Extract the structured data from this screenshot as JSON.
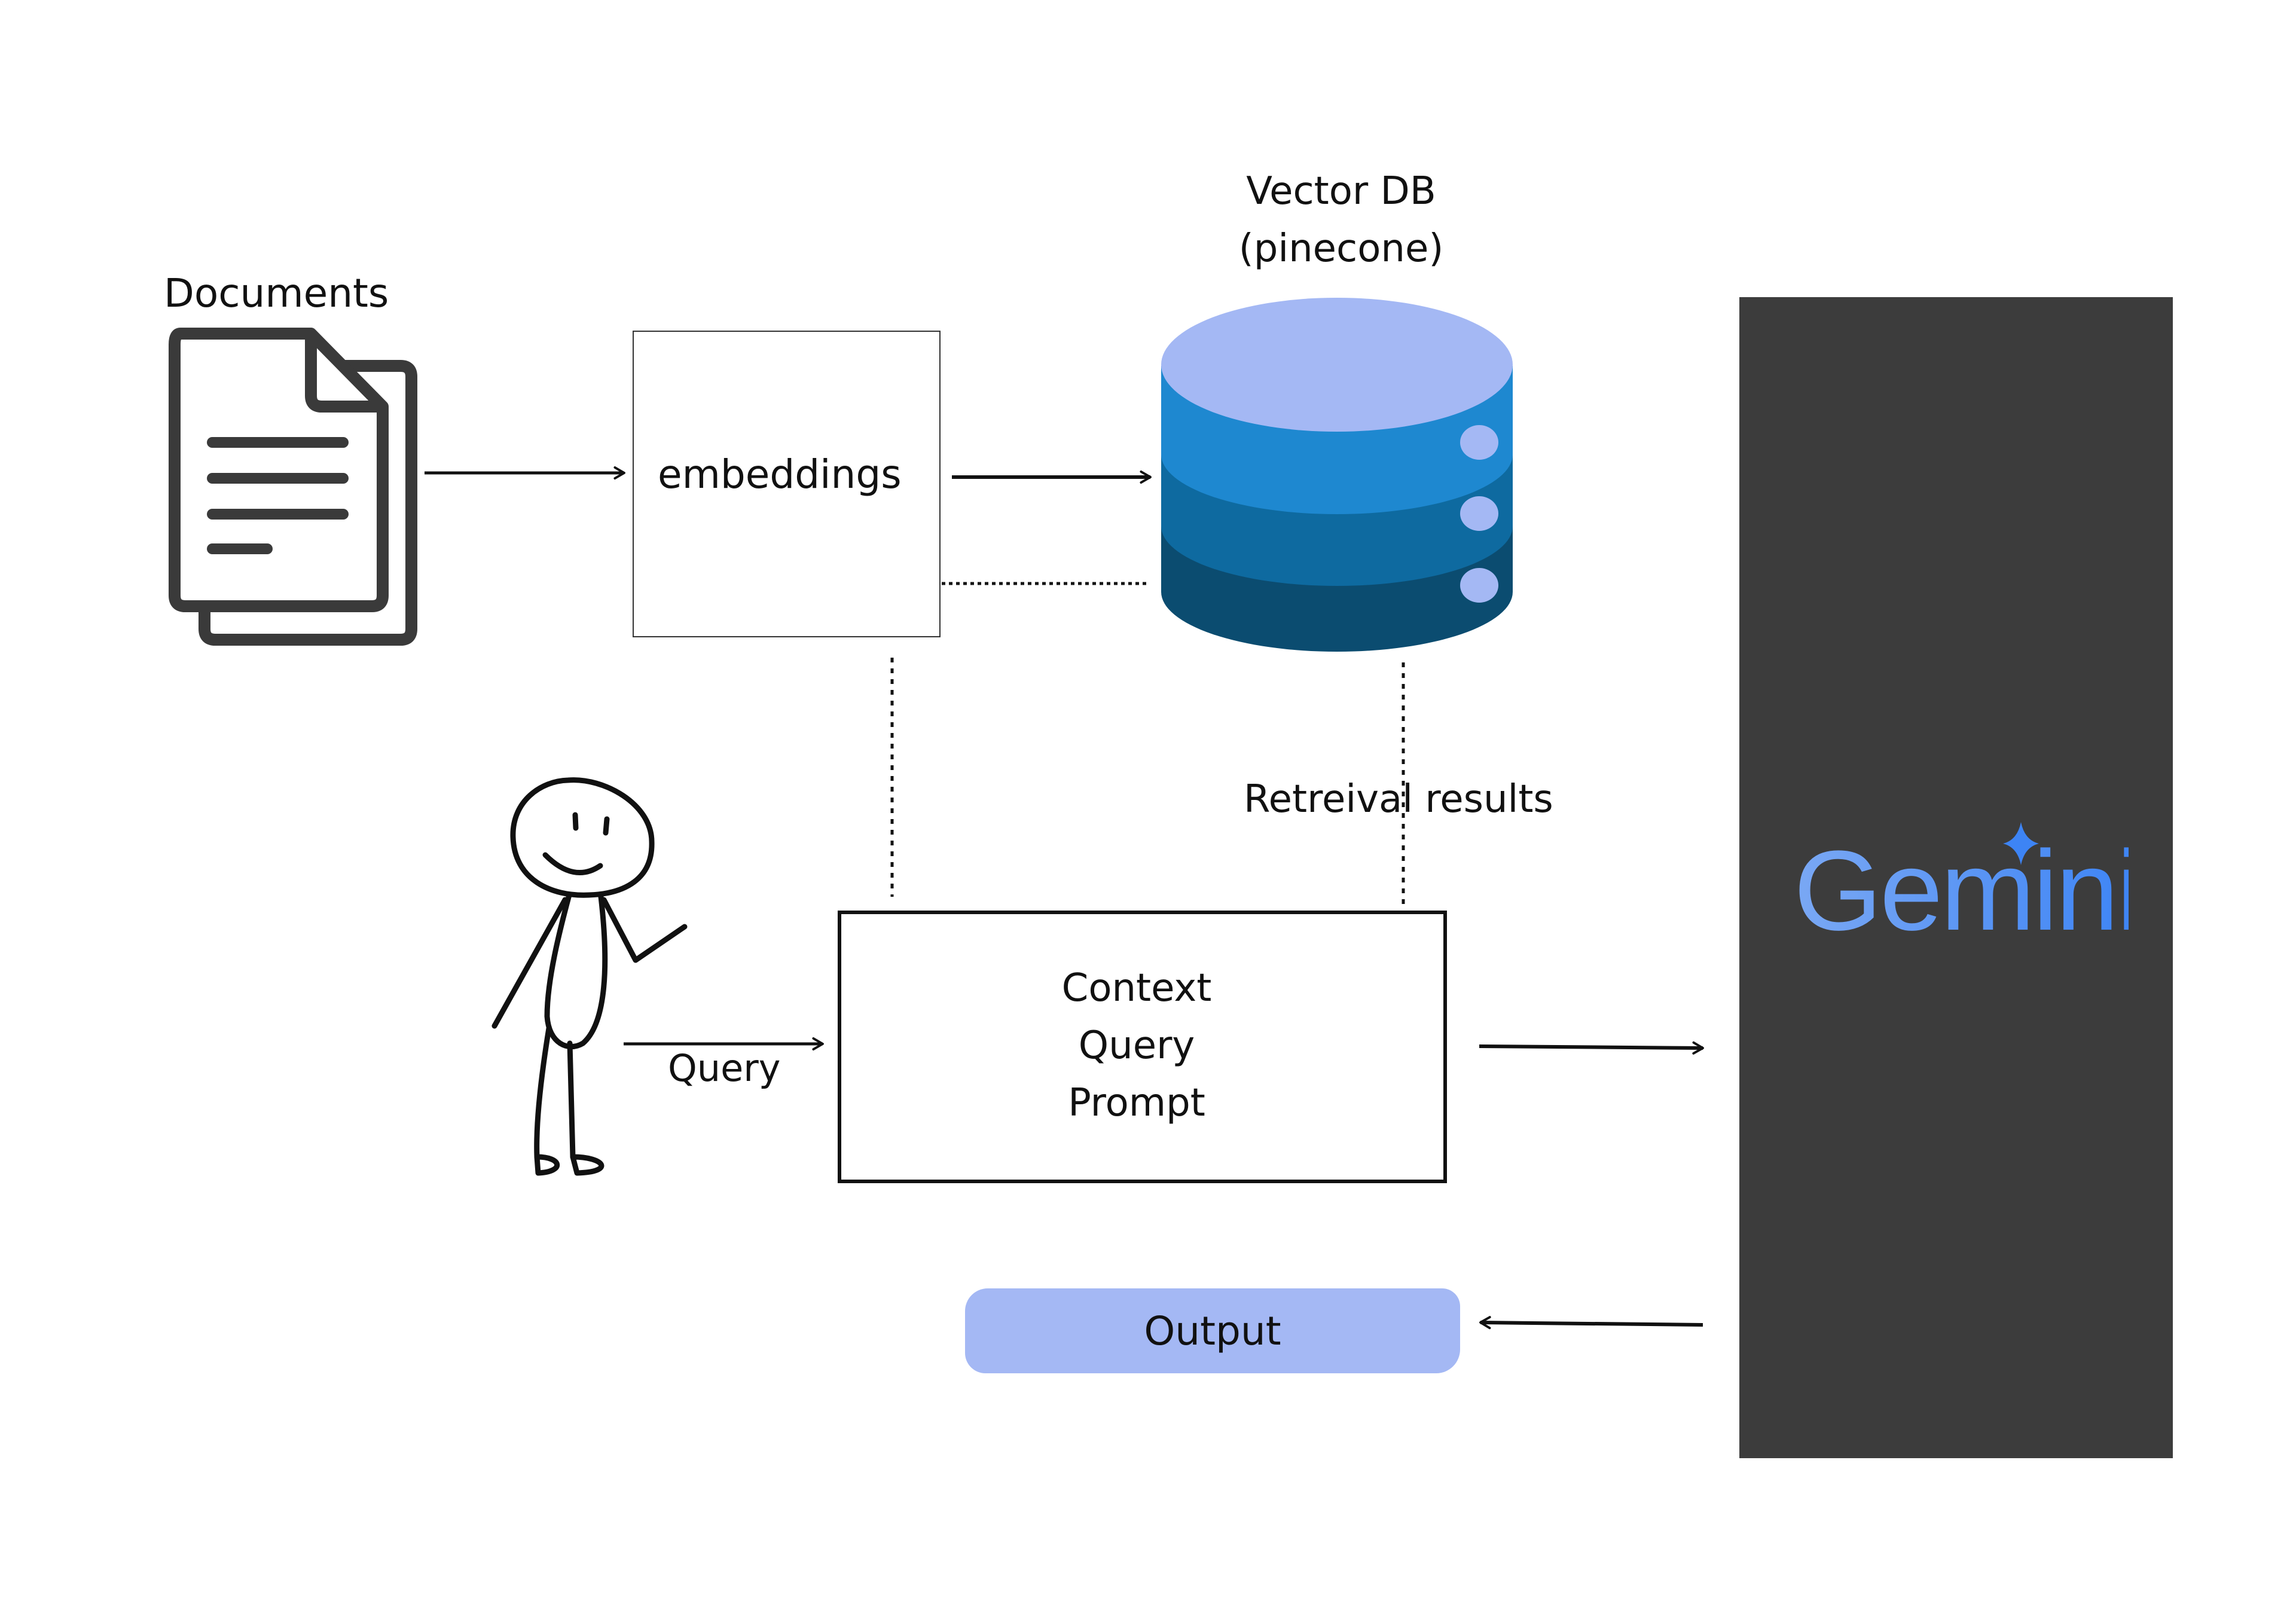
{
  "diagram": {
    "title": "RAG pipeline with Gemini",
    "nodes": {
      "documents": {
        "label": "Documents",
        "icon": "document-stack-icon"
      },
      "embeddings": {
        "label": "embeddings"
      },
      "vector_db": {
        "label_line1": "Vector DB",
        "label_line2": "(pinecone)",
        "icon": "database-cylinder-icon"
      },
      "user": {
        "icon": "stick-figure-user-icon"
      },
      "context_box": {
        "lines": [
          "Context",
          "Query",
          "Prompt"
        ]
      },
      "llm": {
        "label": "Gemini",
        "icon": "gemini-sparkle-icon"
      },
      "output": {
        "label": "Output"
      }
    },
    "edges": [
      {
        "from": "documents",
        "to": "embeddings",
        "style": "solid-arrow",
        "label": ""
      },
      {
        "from": "embeddings",
        "to": "vector_db",
        "style": "solid-arrow",
        "label": ""
      },
      {
        "from": "vector_db",
        "to": "embeddings",
        "style": "dotted",
        "label": ""
      },
      {
        "from": "embeddings",
        "to": "context_box",
        "style": "dotted",
        "label": ""
      },
      {
        "from": "vector_db",
        "to": "context_box",
        "style": "dotted",
        "label": "Retreival results"
      },
      {
        "from": "user",
        "to": "context_box",
        "style": "solid-arrow",
        "label": "Query"
      },
      {
        "from": "context_box",
        "to": "llm",
        "style": "solid-arrow",
        "label": ""
      },
      {
        "from": "llm",
        "to": "output",
        "style": "solid-arrow",
        "label": ""
      }
    ],
    "colors": {
      "db_top": "#a4b8f4",
      "db_layer1": "#1e88d0",
      "db_layer2": "#0e6aa0",
      "db_layer3": "#0b4c70",
      "db_dots": "#a4b8f4",
      "gemini_panel": "#3c3c3c",
      "gemini_text_start": "#7aa8f4",
      "gemini_text_end": "#3d84f5",
      "output_fill": "#a4b8f4",
      "icon_stroke": "#3a3a3a"
    }
  }
}
